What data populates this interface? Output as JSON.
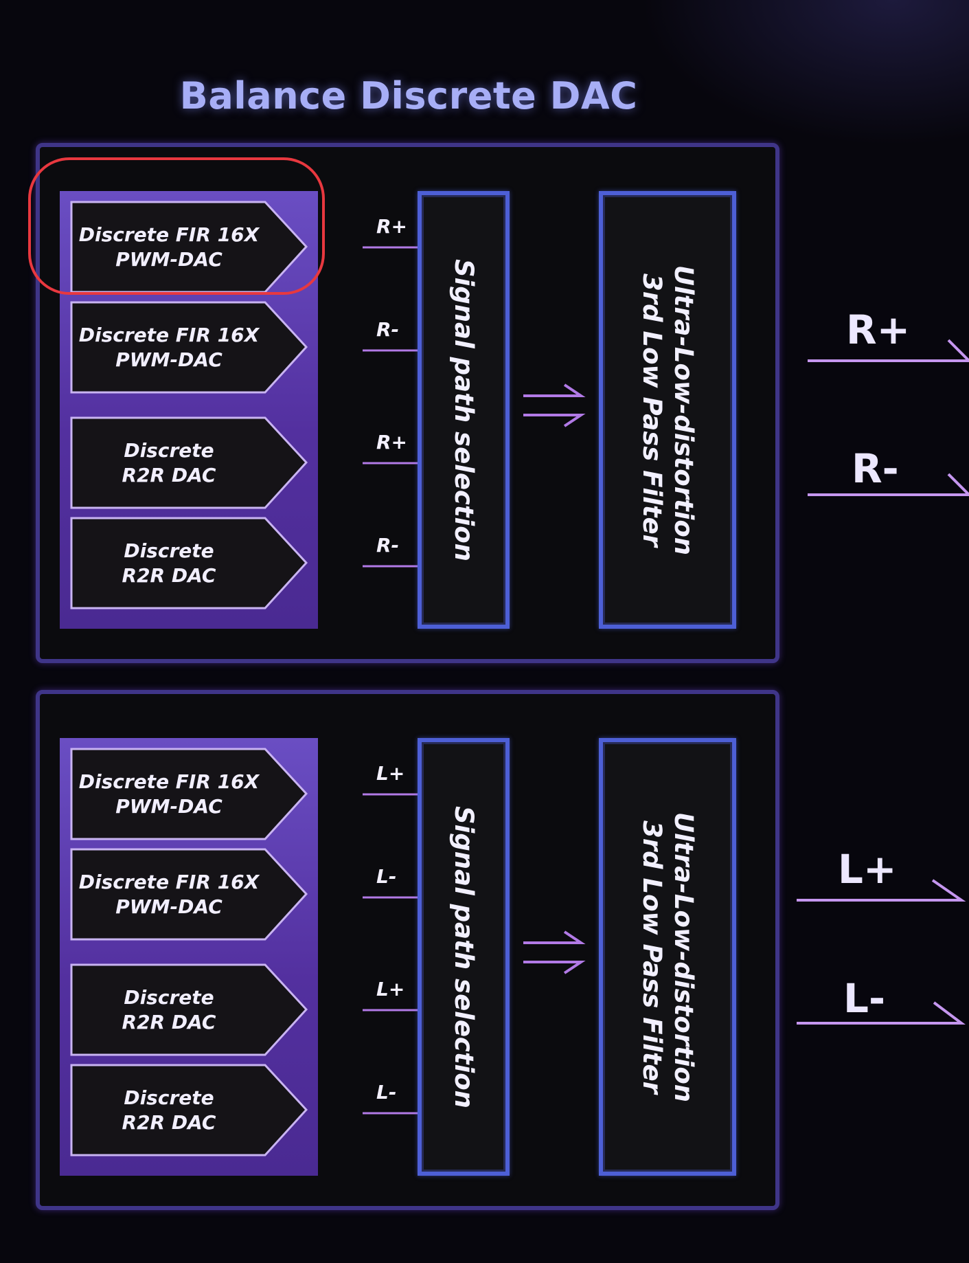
{
  "title": "Balance Discrete DAC",
  "colors": {
    "background": "#050409",
    "panel_border": "#3f3588",
    "dac_column": "#5a3aac",
    "selection_box_border": "#4d5fd6",
    "signal_line": "#b27ae6",
    "highlight": "#e8383f",
    "title": "#a7aef6"
  },
  "panels": [
    {
      "id": "right",
      "dacs": [
        {
          "label": "Discrete FIR 16X\nPWM-DAC",
          "signal": "R+"
        },
        {
          "label": "Discrete FIR 16X\nPWM-DAC",
          "signal": "R-"
        },
        {
          "label": "Discrete\nR2R DAC",
          "signal": "R+"
        },
        {
          "label": "Discrete\nR2R DAC",
          "signal": "R-"
        }
      ],
      "selection_label": "Signal path selection",
      "filter_label_line1": "Ultra-Low-distortion",
      "filter_label_line2": "3rd Low Pass Filter",
      "outputs": [
        "R+",
        "R-"
      ]
    },
    {
      "id": "left",
      "dacs": [
        {
          "label": "Discrete FIR 16X\nPWM-DAC",
          "signal": "L+"
        },
        {
          "label": "Discrete FIR 16X\nPWM-DAC",
          "signal": "L-"
        },
        {
          "label": "Discrete\nR2R DAC",
          "signal": "L+"
        },
        {
          "label": "Discrete\nR2R DAC",
          "signal": "L-"
        }
      ],
      "selection_label": "Signal path selection",
      "filter_label_line1": "Ultra-Low-distortion",
      "filter_label_line2": "3rd Low Pass Filter",
      "outputs": [
        "L+",
        "L-"
      ]
    }
  ],
  "highlighted_block": "right-panel first DAC (Discrete FIR 16X PWM-DAC)"
}
